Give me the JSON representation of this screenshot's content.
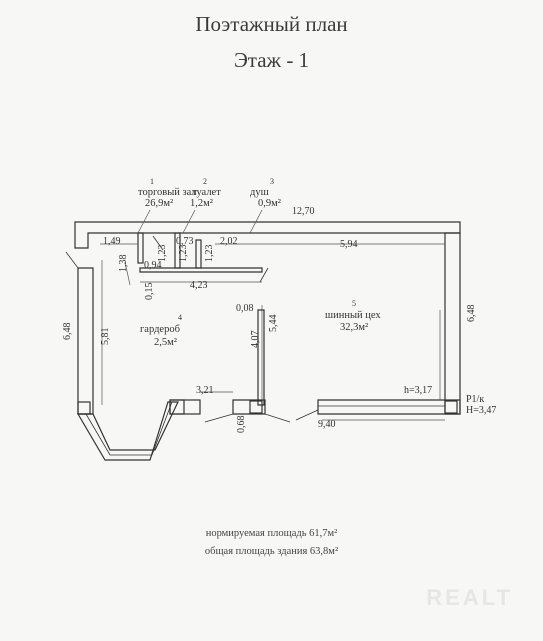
{
  "title": "Поэтажный план",
  "floor": "Этаж  - 1",
  "rooms": [
    {
      "num": "1",
      "name": "торговый зал",
      "area": "26,9м²"
    },
    {
      "num": "2",
      "name": "туалет",
      "area": "1,2м²"
    },
    {
      "num": "3",
      "name": "душ",
      "area": "0,9м²"
    },
    {
      "num": "4",
      "name": "гардероб",
      "area": "2,5м²"
    },
    {
      "num": "5",
      "name": "шинный цех",
      "area": "32,3м²"
    }
  ],
  "dims": {
    "top_total": "12,70",
    "d149": "1,49",
    "d073": "0,73",
    "d202": "2,02",
    "d594": "5,94",
    "d138": "1,38",
    "d094": "0,94",
    "d123a": "1,23",
    "d123b": "1,23",
    "d123c": "1,23",
    "d015": "0,15",
    "d423": "4,23",
    "d648l": "6,48",
    "d581": "5,81",
    "d008": "0,08",
    "d544": "5,44",
    "d407": "4,07",
    "d648r": "6,48",
    "d321": "3,21",
    "h317": "h=3,17",
    "d068": "0,68",
    "d940": "9,40",
    "p1k": "Р1/к",
    "h347": "Н=3,47"
  },
  "footer": {
    "normative_area": "нормируемая площадь 61,7м²",
    "total_area": "общая площадь здания 63,8м²"
  },
  "watermark": "REALT"
}
